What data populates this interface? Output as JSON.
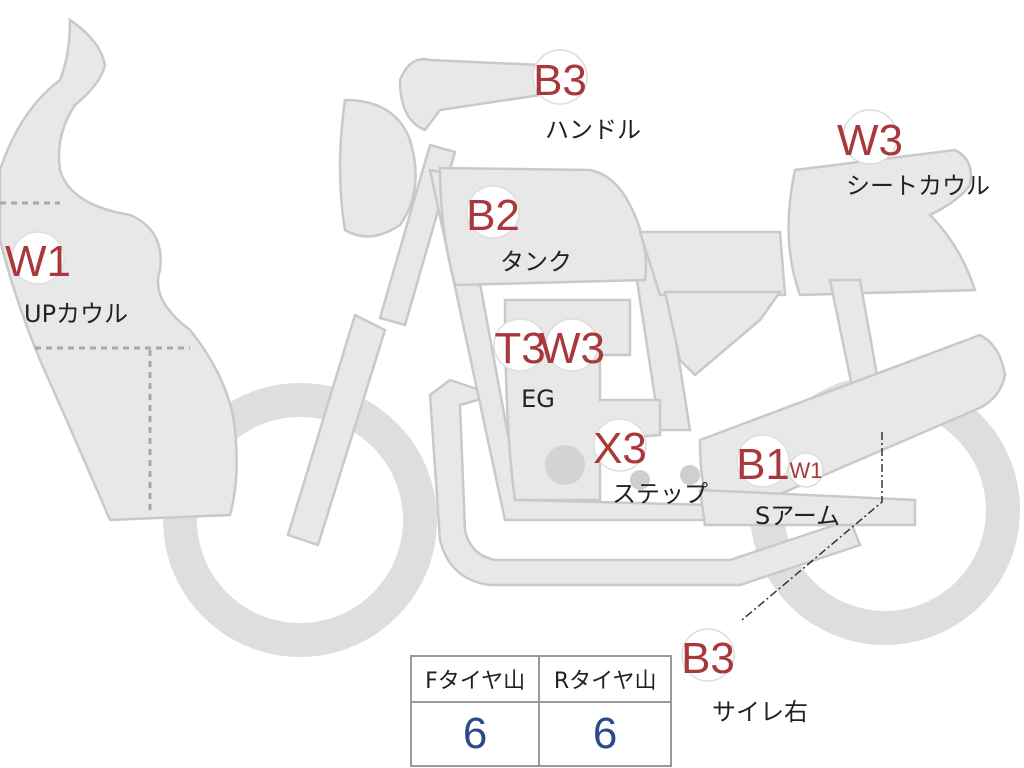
{
  "colors": {
    "body_fill": "#e8e8e8",
    "body_stroke": "#c9c9c9",
    "code_red": "#a8383b",
    "label_black": "#222222",
    "value_blue": "#2a4a8a"
  },
  "parts": [
    {
      "id": "up-cowl",
      "code": "W1",
      "label": "UPカウル"
    },
    {
      "id": "handle",
      "code": "B3",
      "label": "ハンドル"
    },
    {
      "id": "seat-cowl",
      "code": "W3",
      "label": "シートカウル"
    },
    {
      "id": "tank",
      "code": "B2",
      "label": "タンク"
    },
    {
      "id": "engine",
      "code": "T3",
      "code2": "W3",
      "label": "EG"
    },
    {
      "id": "step",
      "code": "X3",
      "label": "ステップ"
    },
    {
      "id": "swing-arm",
      "code": "B1",
      "code2": "W1",
      "label": "Sアーム"
    },
    {
      "id": "silencer-r",
      "code": "B3",
      "label": "サイレ右"
    }
  ],
  "tire_table": {
    "headers": [
      "Fタイヤ山",
      "Rタイヤ山"
    ],
    "values": [
      "6",
      "6"
    ]
  }
}
